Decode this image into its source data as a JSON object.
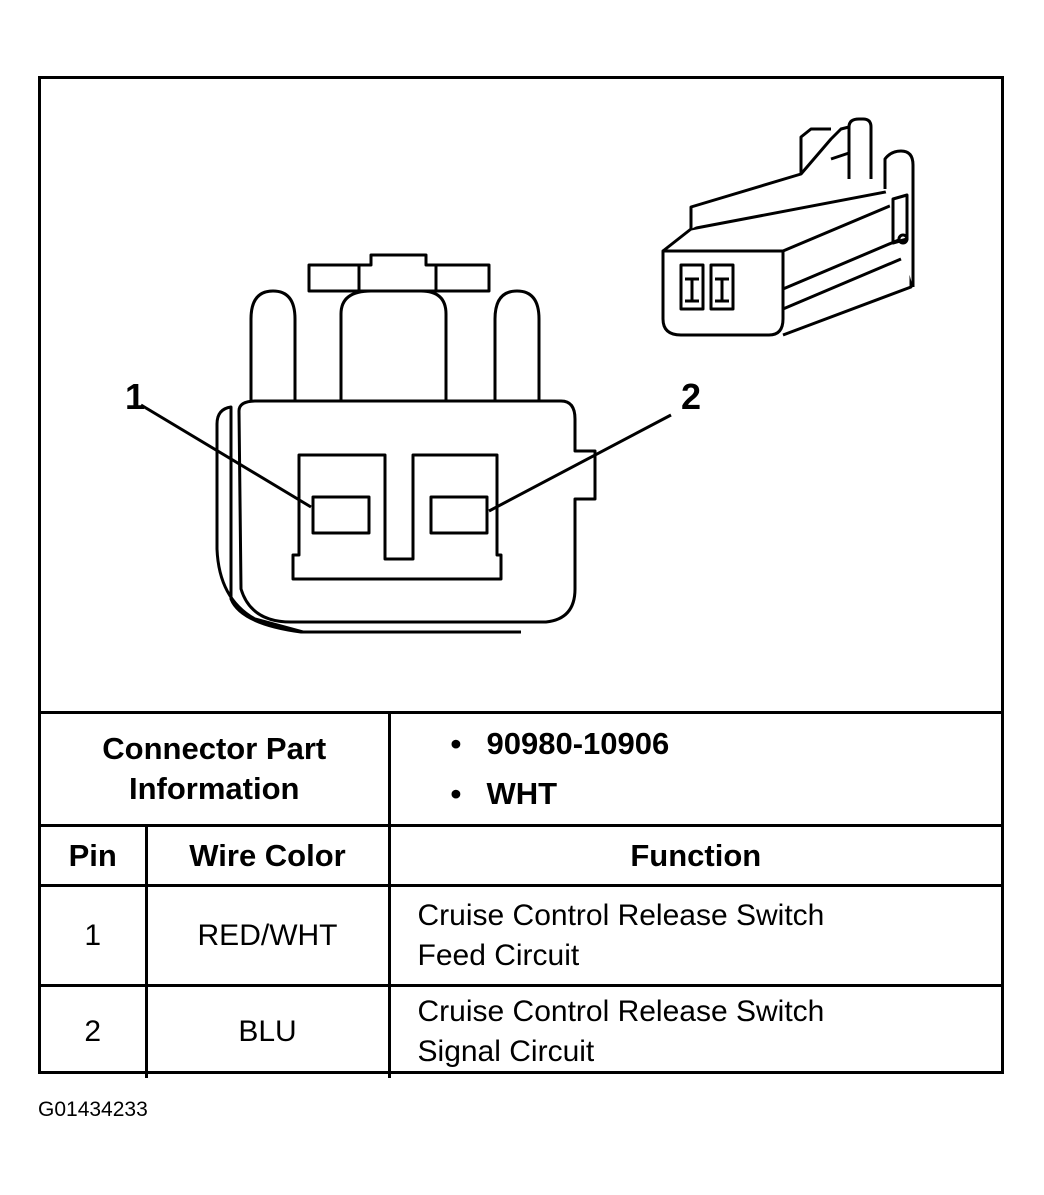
{
  "diagram": {
    "callout_1": "1",
    "callout_2": "2"
  },
  "connector_info": {
    "label": "Connector Part Information",
    "items": [
      "90980-10906",
      "WHT"
    ]
  },
  "pin_table": {
    "headers": {
      "pin": "Pin",
      "wire_color": "Wire Color",
      "function": "Function"
    },
    "rows": [
      {
        "pin": "1",
        "wire_color": "RED/WHT",
        "function": [
          "Cruise Control Release Switch",
          "Feed Circuit"
        ]
      },
      {
        "pin": "2",
        "wire_color": "BLU",
        "function": [
          "Cruise Control Release Switch",
          "Signal Circuit"
        ]
      }
    ]
  },
  "figure_id": "G01434233"
}
